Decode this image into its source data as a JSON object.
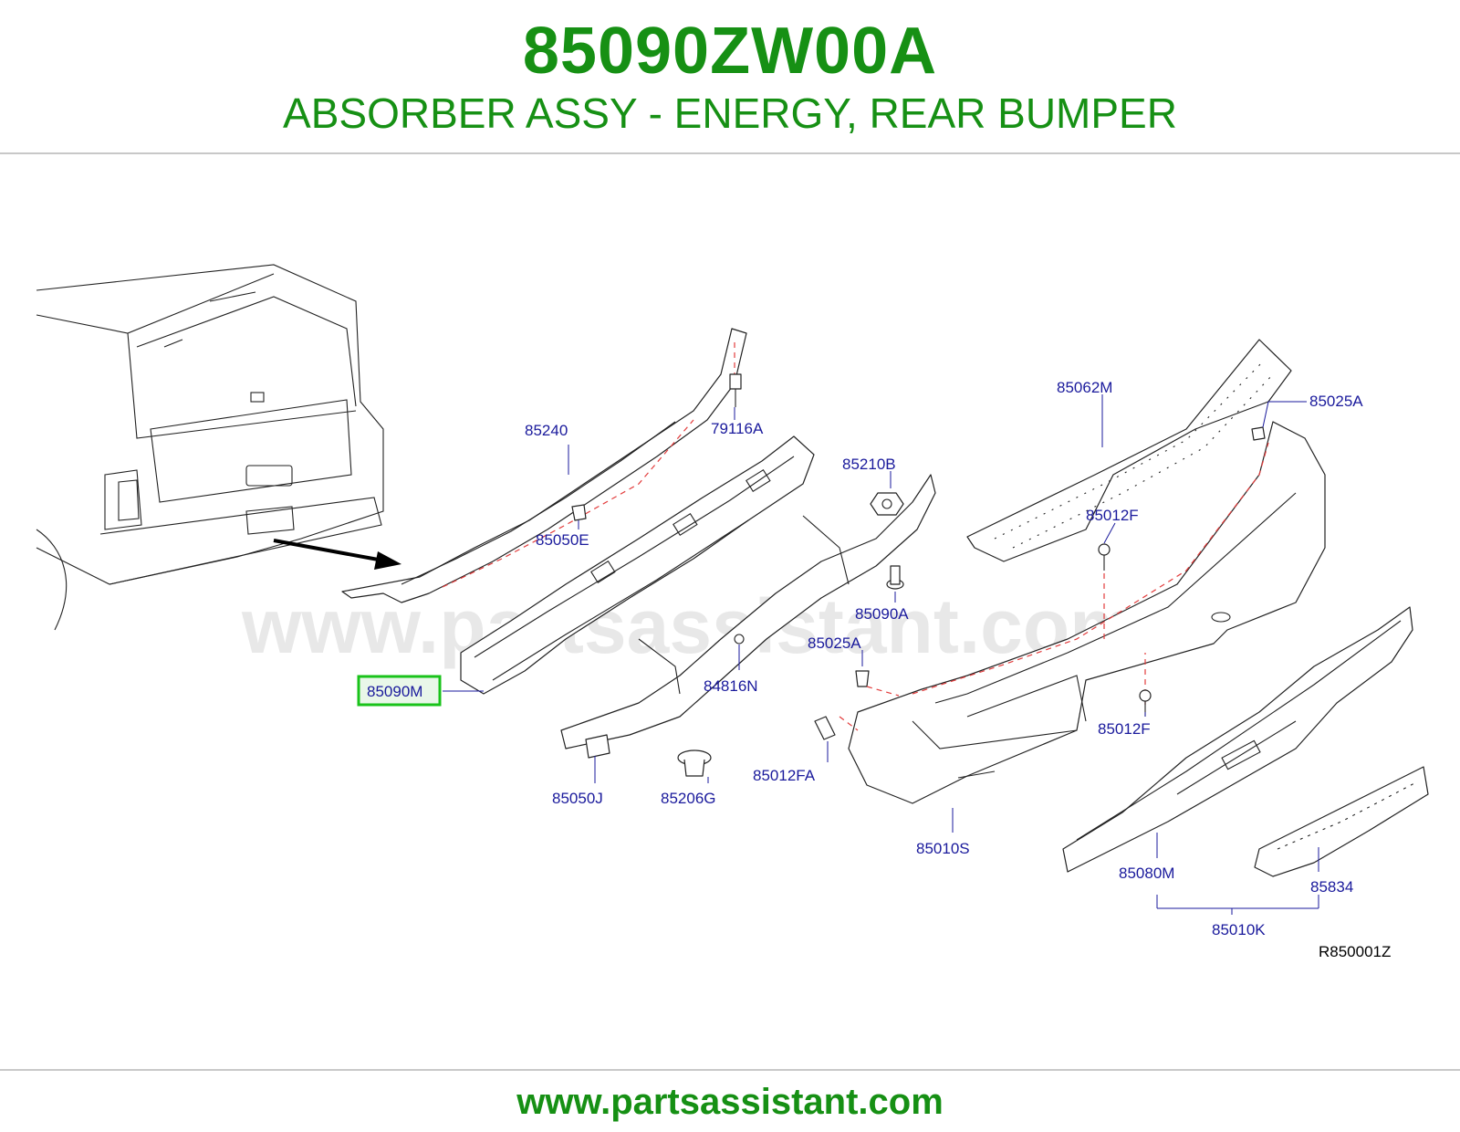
{
  "header": {
    "part_number": "85090ZW00A",
    "description": "ABSORBER ASSY - ENERGY, REAR BUMPER"
  },
  "watermark": "www.partsassistant.com",
  "footer": {
    "url": "www.partsassistant.com"
  },
  "colors": {
    "brand_green": "#169014",
    "callout_blue": "#1a1a9c",
    "highlight_green": "#19c31a",
    "dashed_red": "#e23c3c"
  },
  "diagram": {
    "reference_code": "R850001Z",
    "highlighted_part": "85090M",
    "callouts": {
      "c85240": "85240",
      "c79116a": "79116A",
      "c85050e": "85050E",
      "c85062m": "85062M",
      "c85025a_top": "85025A",
      "c85210b": "85210B",
      "c85012f_top": "85012F",
      "c85090a": "85090A",
      "c85025a_mid": "85025A",
      "c84816n": "84816N",
      "c85090m": "85090M",
      "c85012f_bot": "85012F",
      "c85012fa": "85012FA",
      "c85050j": "85050J",
      "c85206g": "85206G",
      "c85010s": "85010S",
      "c85080m": "85080M",
      "c85834": "85834",
      "c85010k": "85010K"
    }
  }
}
